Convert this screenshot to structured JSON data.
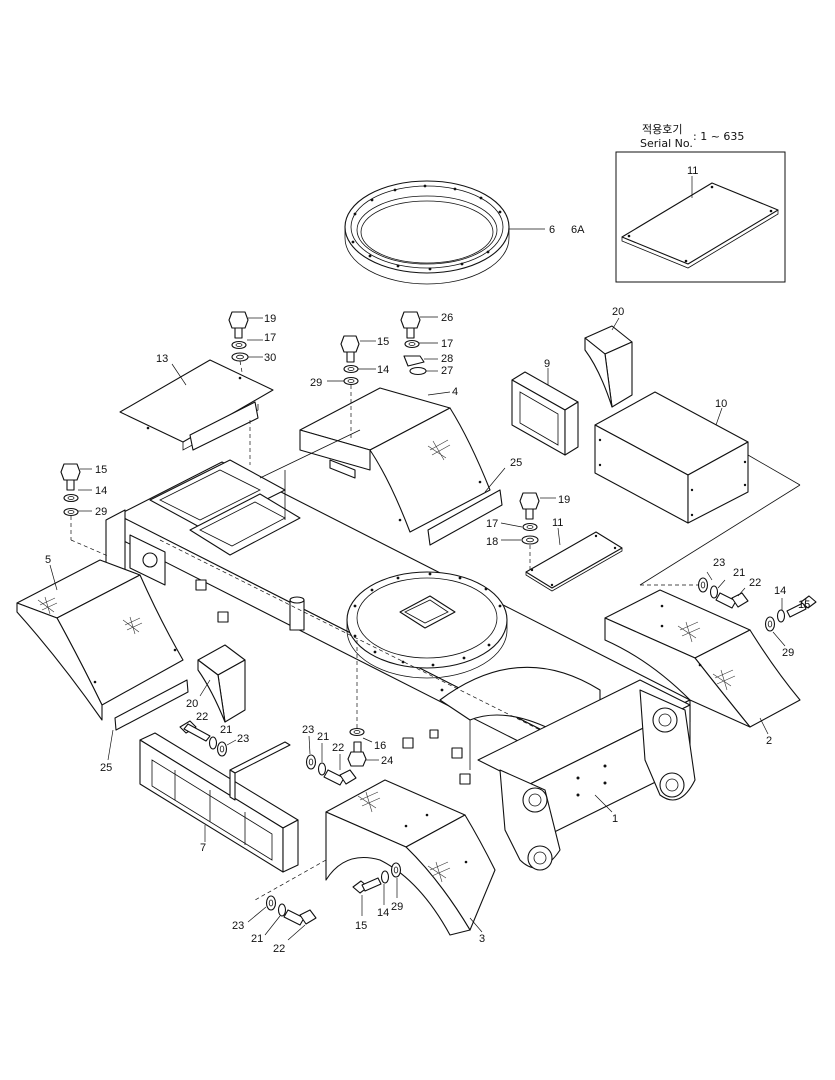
{
  "serial_note": {
    "title": "적용호기",
    "serial_label": "Serial No.",
    "range": ": 1 ~ 635"
  },
  "callouts": {
    "c1": "1",
    "c2": "2",
    "c3": "3",
    "c4": "4",
    "c5": "5",
    "c6": "6",
    "c6a": "6A",
    "c7": "7",
    "c9": "9",
    "c10": "10",
    "c11_inset": "11",
    "c11": "11",
    "c13": "13",
    "c14_a": "14",
    "c14_b": "14",
    "c14_c": "14",
    "c14_d": "14",
    "c15_a": "15",
    "c15_b": "15",
    "c15_c": "15",
    "c15_d": "15",
    "c16": "16",
    "c17_a": "17",
    "c17_b": "17",
    "c17_c": "17",
    "c18": "18",
    "c19_a": "19",
    "c19_b": "19",
    "c20_a": "20",
    "c20_b": "20",
    "c21_a": "21",
    "c21_b": "21",
    "c21_c": "21",
    "c21_d": "21",
    "c22_a": "22",
    "c22_b": "22",
    "c22_c": "22",
    "c22_d": "22",
    "c23_a": "23",
    "c23_b": "23",
    "c23_c": "23",
    "c23_d": "23",
    "c24": "24",
    "c25_a": "25",
    "c25_b": "25",
    "c26": "26",
    "c27": "27",
    "c28": "28",
    "c29_a": "29",
    "c29_b": "29",
    "c29_c": "29",
    "c29_d": "29",
    "c29_e": "29",
    "c30": "30"
  }
}
